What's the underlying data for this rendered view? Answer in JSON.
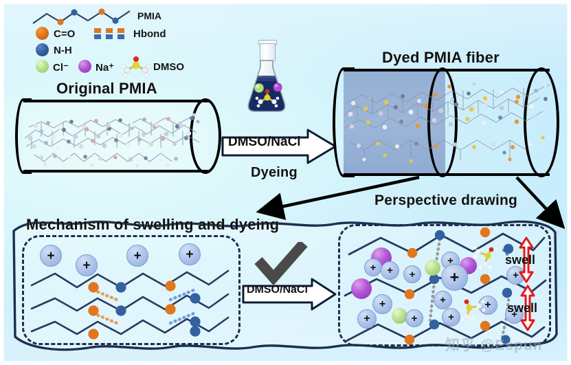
{
  "figure": {
    "type": "scientific-graphical-abstract",
    "background_color": "#d3f2fb",
    "accent_navy": "#1d2f4f",
    "accent_orange": "#e1761c",
    "accent_blue": "#33619f",
    "accent_green": "#b9e08e",
    "accent_purple": "#b255d6",
    "accent_red": "#e11a1a"
  },
  "legend": {
    "chain_label": "PMIA",
    "items": [
      {
        "id": "co",
        "label": "C=O",
        "icon": "orange-sphere"
      },
      {
        "id": "hbond",
        "label": "Hbond",
        "icon": "dashed-bond-icon"
      },
      {
        "id": "nh",
        "label": "N-H",
        "icon": "blue-sphere"
      },
      {
        "id": "cl",
        "label": "Cl⁻",
        "icon": "green-sphere"
      },
      {
        "id": "na",
        "label": "Na⁺",
        "icon": "purple-sphere"
      },
      {
        "id": "dmso",
        "label": "DMSO",
        "icon": "dmso-molecule-icon"
      }
    ]
  },
  "top": {
    "original_title": "Original PMIA",
    "dyed_title": "Dyed PMIA fiber",
    "arrow_label": "DMSO/NaCl",
    "arrow_sublabel": "Dyeing",
    "flask": {
      "liquid_color": "#162a63",
      "contents": [
        "Cl⁻ ion",
        "Na⁺ ion",
        "DMSO molecule"
      ]
    }
  },
  "bottom": {
    "panel_title": "Mechanism of swelling and dyeing",
    "perspective_label": "Perspective drawing",
    "middle_arrow_label": "DMSO/NaCl",
    "checkmark": "✓",
    "swell_labels": [
      "swell",
      "swell"
    ],
    "left_panel": {
      "description": "Tight PMIA chains with interchain hydrogen bonds",
      "plus_count": 4,
      "chains": 3
    },
    "right_panel": {
      "description": "Swollen PMIA chains with Na+, Cl-, DMSO intercalated",
      "plus_count": 13,
      "na_count": 3,
      "cl_count": 2,
      "dmso_count": 2,
      "chains": 3
    }
  },
  "watermark": {
    "text": "知乎 @Espun"
  }
}
